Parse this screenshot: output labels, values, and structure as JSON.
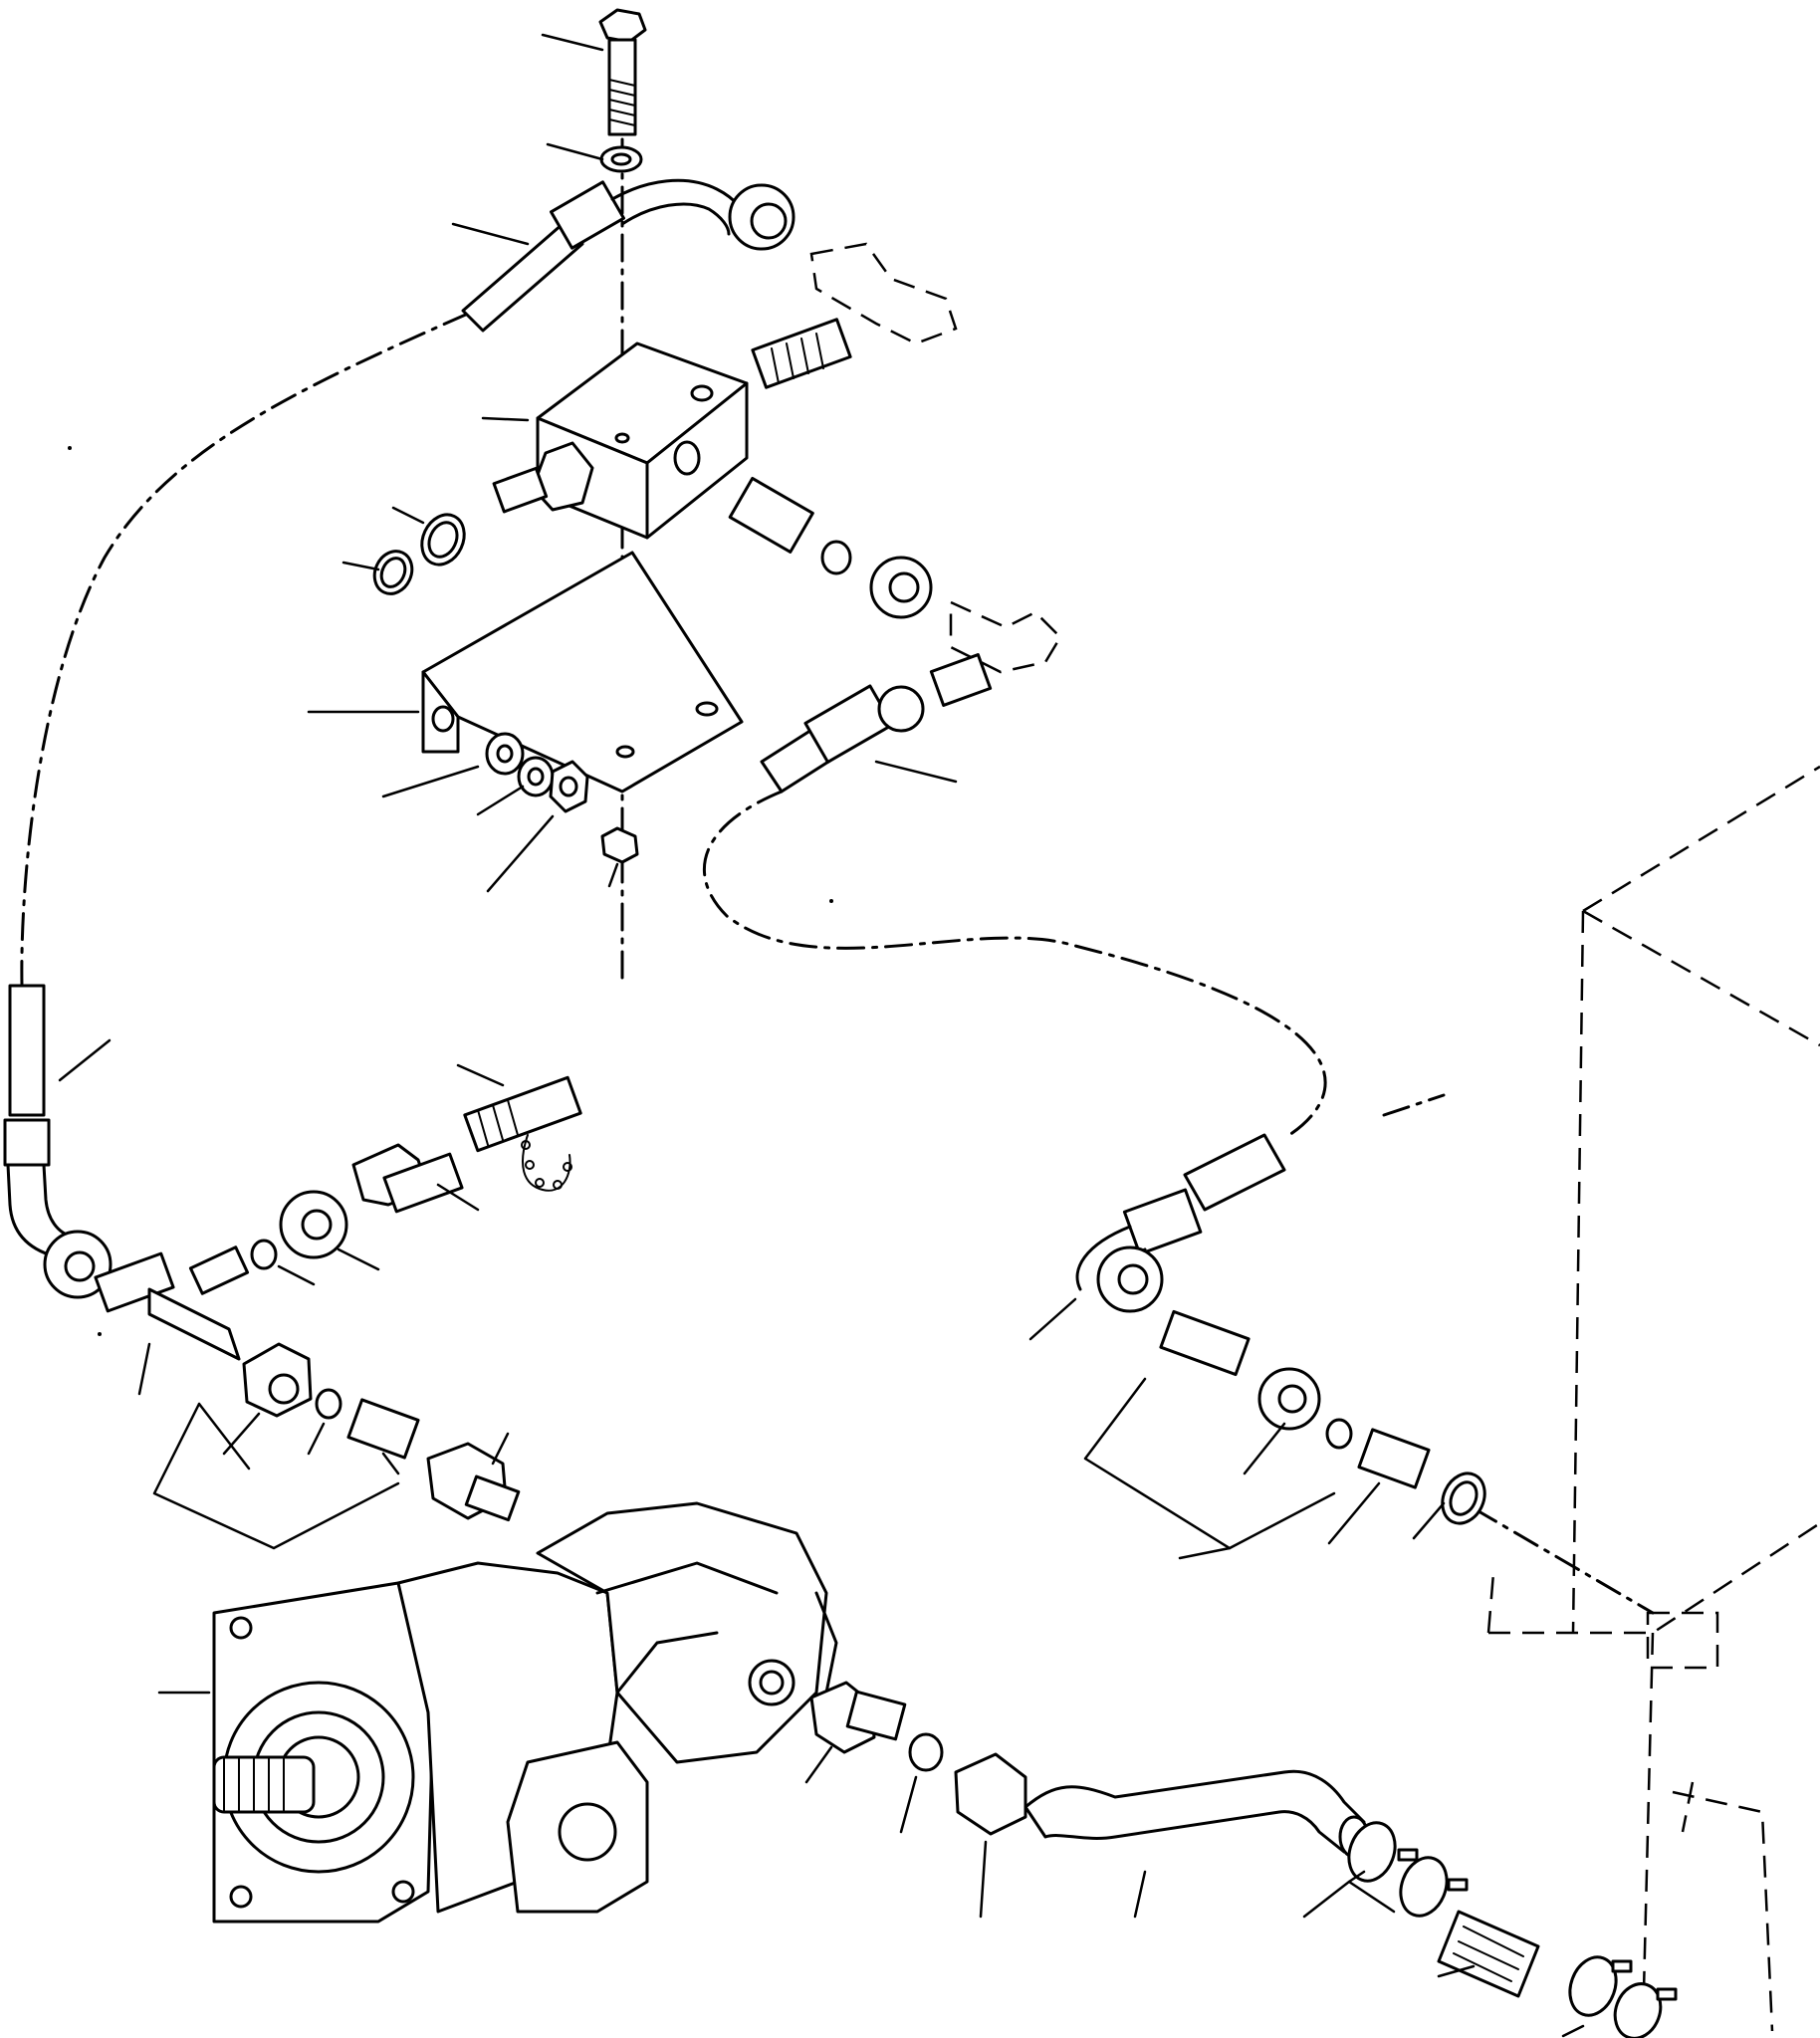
{
  "figure": {
    "colors": {
      "line": "#000000",
      "paper": "#ffffff"
    },
    "parts": [
      "bolt",
      "washer",
      "bent-tube-upper",
      "valve-block",
      "o-ring",
      "o-ring",
      "mounting-bracket",
      "washer",
      "lock-washer",
      "nut",
      "nut",
      "tube-right-upper",
      "tube-left",
      "test-coupling",
      "adapter",
      "hydraulic-pump",
      "elbow-tube-right",
      "suction-tube",
      "hose-clamp",
      "hose",
      "tee-fitting",
      "connector",
      "seal-ring"
    ]
  }
}
